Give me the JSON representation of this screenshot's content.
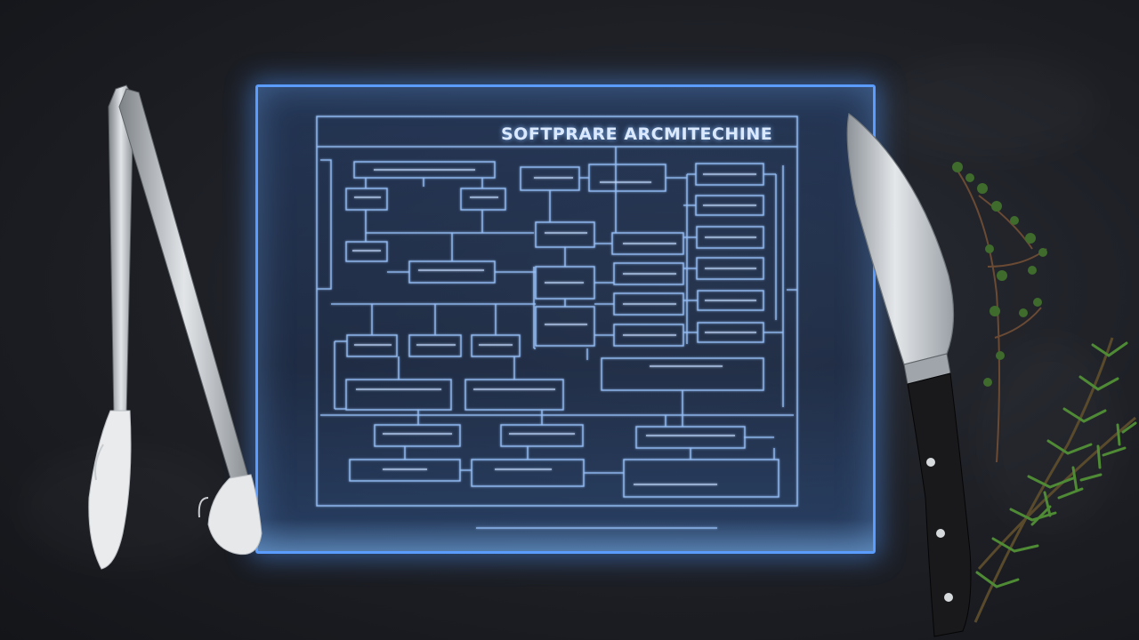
{
  "scene": {
    "description_tag": "photo",
    "colors": {
      "slate": "#1d1f25",
      "glass_glow": "#5a9cff",
      "diagram_line": "#9cc6ff",
      "knife_blade": "#c9cdd2",
      "knife_handle": "#1a1a1c",
      "tongs_metal": "#bfc4c9",
      "tongs_tip": "#e8eaec",
      "herb_green": "#3f6b2c"
    }
  },
  "diagram": {
    "title": "SOFTPRARE ARCMITECHINE"
  },
  "objects": {
    "left": "tongs",
    "right": [
      "chef-knife",
      "rosemary-sprigs",
      "thyme-sprig"
    ]
  }
}
